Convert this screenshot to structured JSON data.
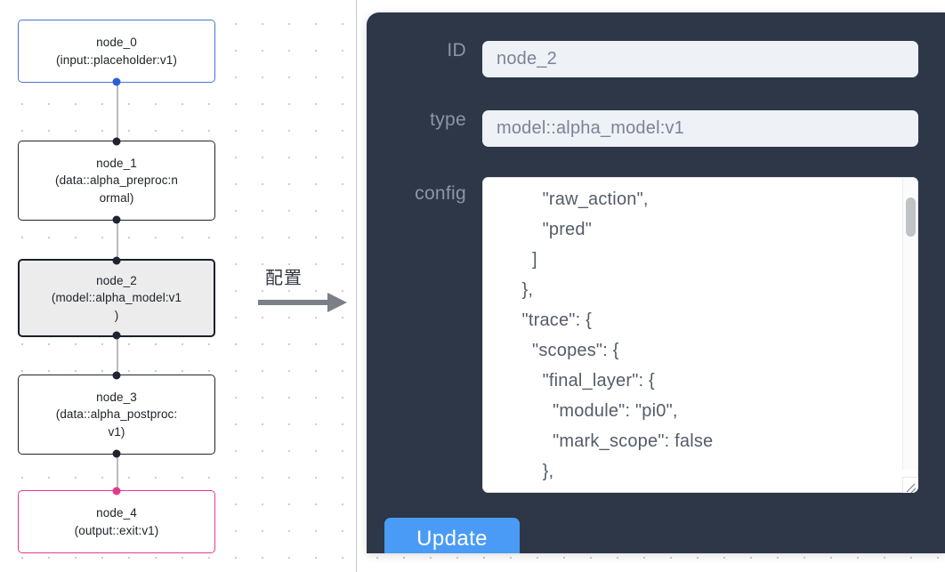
{
  "canvas": {
    "nodes": [
      {
        "id": "node_0",
        "title": "node_0",
        "subtitle": "(input::placeholder:v1)",
        "variant": "start"
      },
      {
        "id": "node_1",
        "title": "node_1",
        "subtitle": "(data::alpha_preproc:n\normal)",
        "variant": "default"
      },
      {
        "id": "node_2",
        "title": "node_2",
        "subtitle": "(model::alpha_model:v1\n)",
        "variant": "selected"
      },
      {
        "id": "node_3",
        "title": "node_3",
        "subtitle": "(data::alpha_postproc:\nv1)",
        "variant": "default"
      },
      {
        "id": "node_4",
        "title": "node_4",
        "subtitle": "(output::exit:v1)",
        "variant": "end"
      }
    ],
    "colors": {
      "start_border": "#4a74c9",
      "end_border": "#e4398b",
      "default_border": "#1f2430",
      "selected_fill": "#ececec",
      "edge": "#b8bcc2",
      "grid_dot": "#c9ccd1"
    }
  },
  "annotation": {
    "label": "配置",
    "arrow_color": "#7b7f86"
  },
  "panel": {
    "background": "#2d3748",
    "fields": [
      {
        "key": "id",
        "label": "ID",
        "value": "node_2"
      },
      {
        "key": "type",
        "label": "type",
        "value": "model::alpha_model:v1"
      },
      {
        "key": "config",
        "label": "config",
        "value": ""
      }
    ],
    "id_label": "ID",
    "id_value": "node_2",
    "id_placeholder": "node_2",
    "type_label": "type",
    "type_value": "model::alpha_model:v1",
    "type_placeholder": "model::alpha_model:v1",
    "config_label": "config",
    "config_value": "          \"raw_action\",\n          \"pred\"\n        ]\n      },\n      \"trace\": {\n        \"scopes\": {\n          \"final_layer\": {\n            \"module\": \"pi0\",\n            \"mark_scope\": false\n          },\n          \"action_model\": {",
    "update_label": "Update",
    "update_color": "#4a9bf5",
    "label_color": "#8d95a4",
    "input_background": "#eef1f6",
    "input_text_color": "#7b8394"
  }
}
